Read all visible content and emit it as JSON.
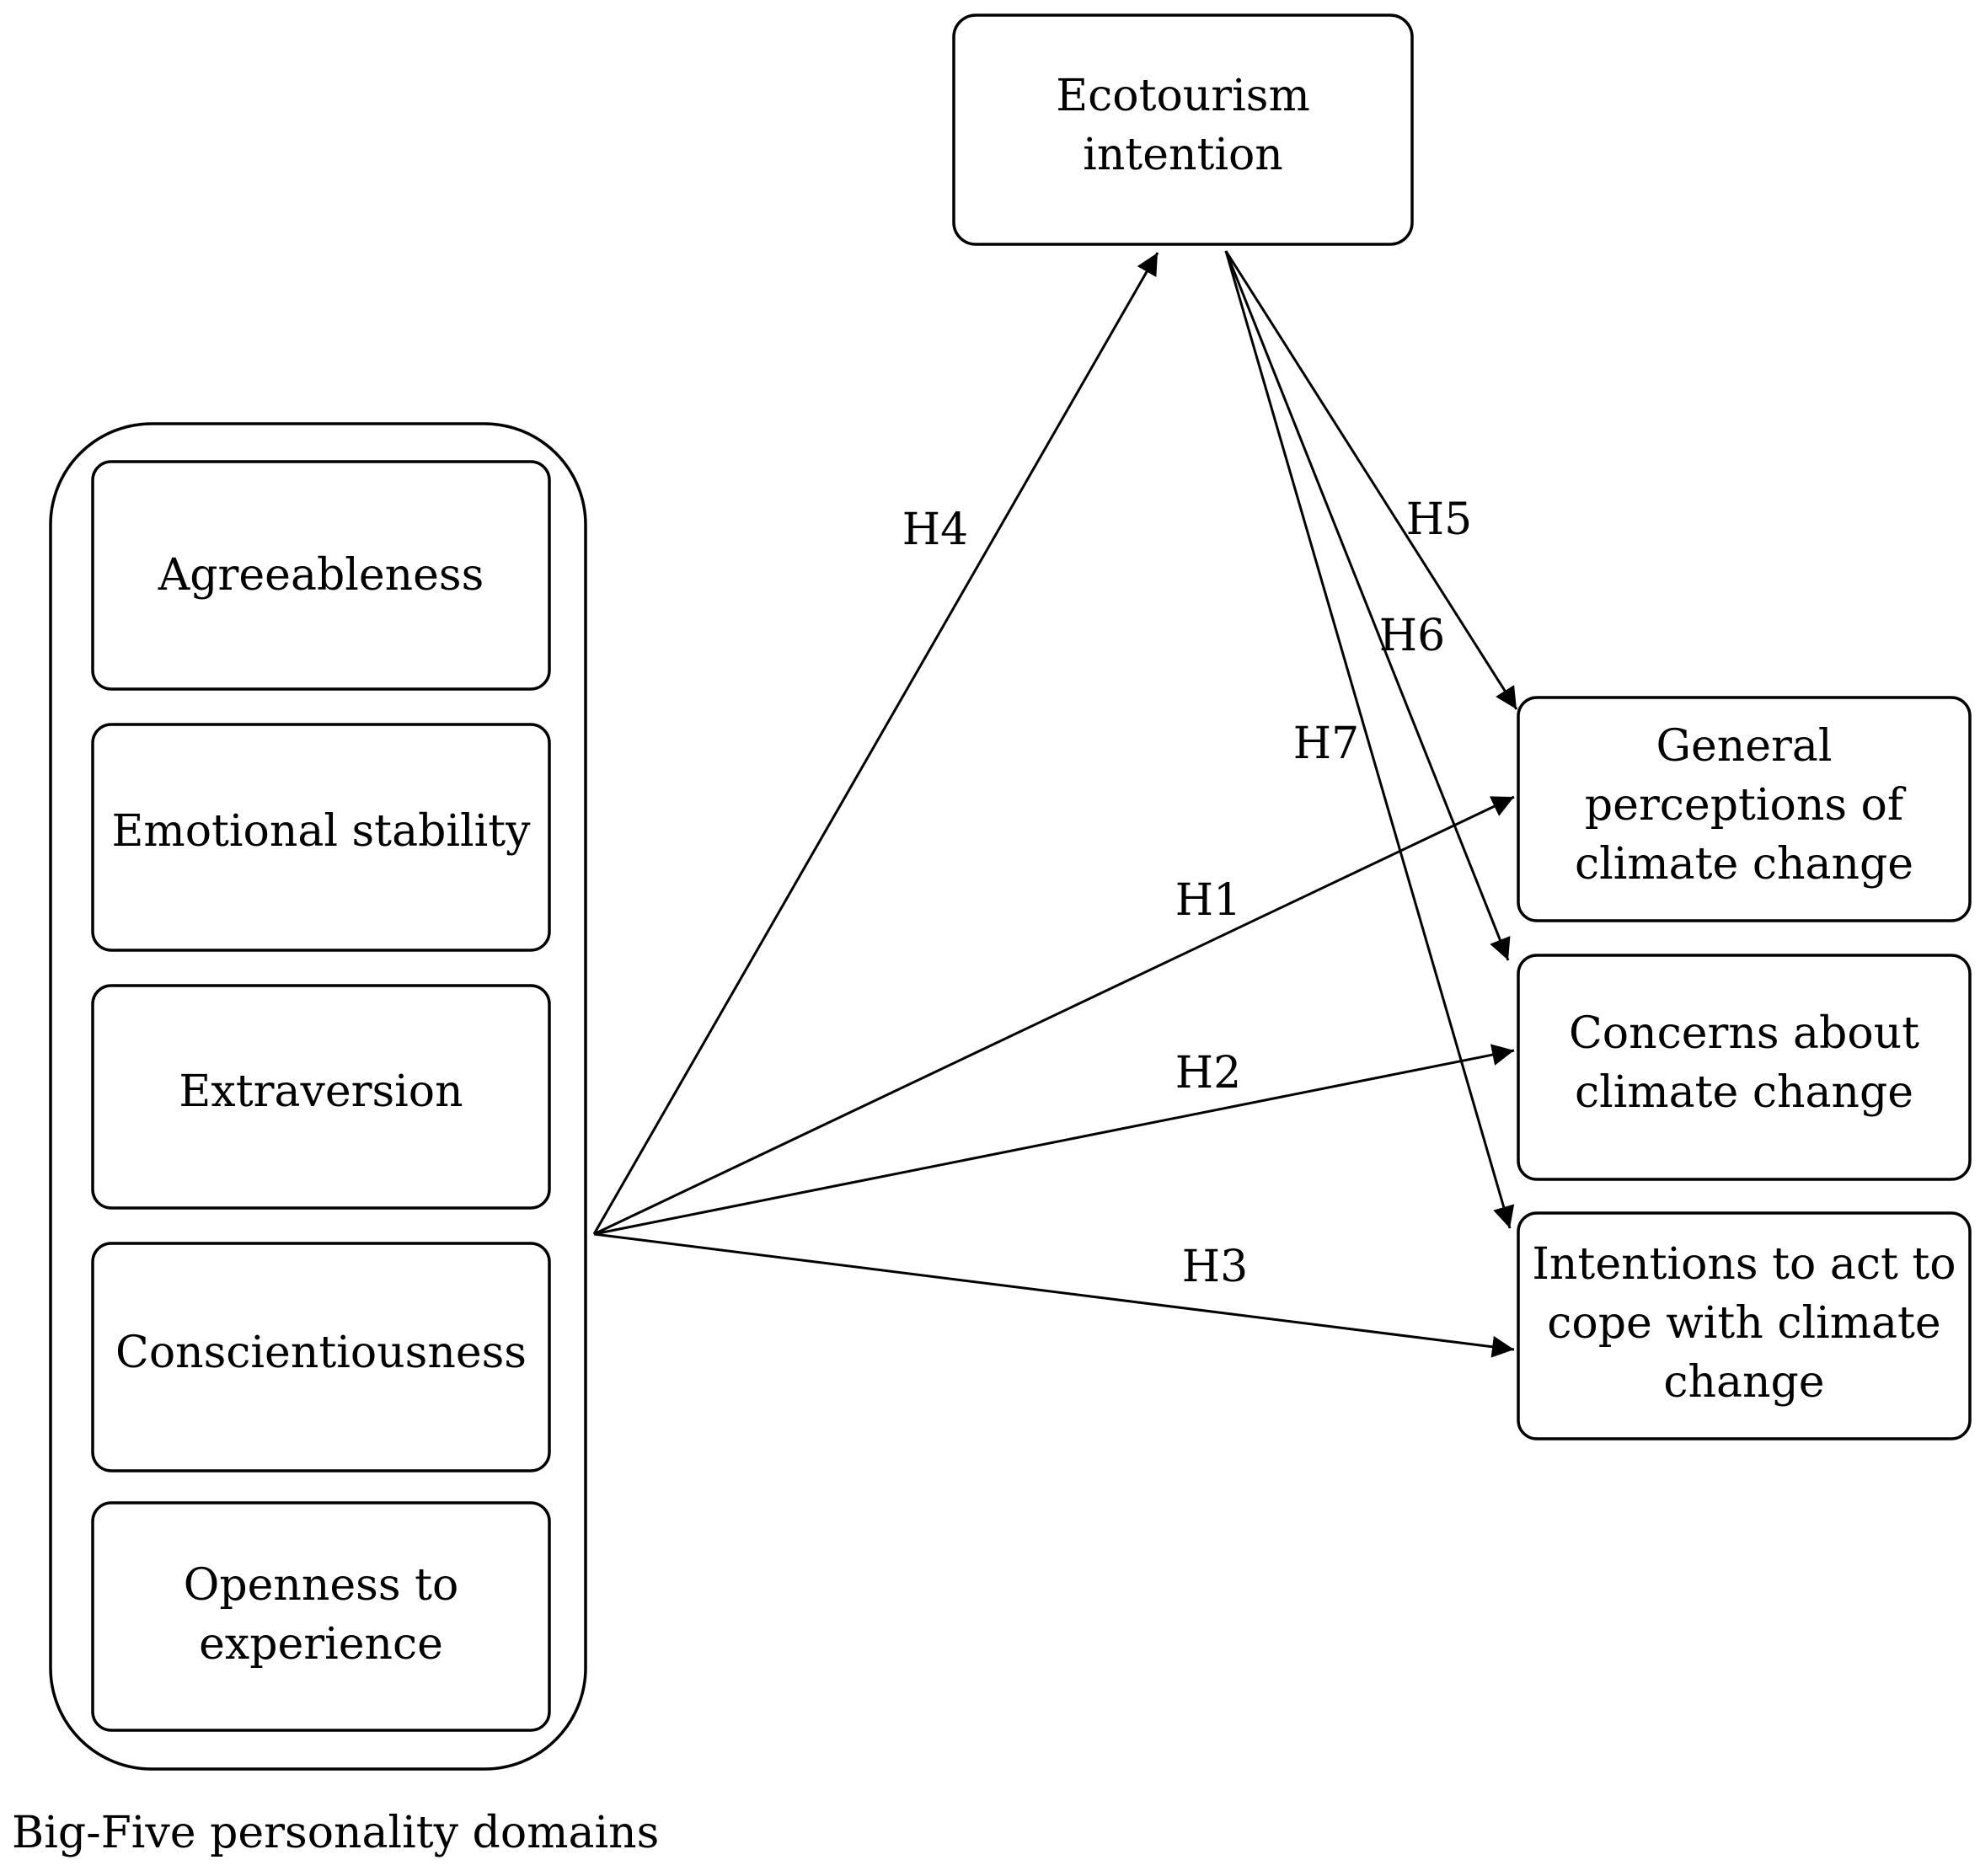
{
  "diagram": {
    "group_caption": "Big-Five personality domains",
    "personality_domains": [
      {
        "id": "agreeableness",
        "lines": [
          "Agreeableness"
        ]
      },
      {
        "id": "emotional-stability",
        "lines": [
          "Emotional stability"
        ]
      },
      {
        "id": "extraversion",
        "lines": [
          "Extraversion"
        ]
      },
      {
        "id": "conscientiousness",
        "lines": [
          "Conscientiousness"
        ]
      },
      {
        "id": "openness",
        "lines": [
          "Openness to",
          "experience"
        ]
      }
    ],
    "ecotourism": {
      "id": "ecotourism-intention",
      "lines": [
        "Ecotourism",
        "intention"
      ]
    },
    "outcomes": [
      {
        "id": "general-perceptions",
        "lines": [
          "General",
          "perceptions of",
          "climate change"
        ]
      },
      {
        "id": "concerns",
        "lines": [
          "Concerns about",
          "climate change"
        ]
      },
      {
        "id": "intentions-to-act",
        "lines": [
          "Intentions to act to",
          "cope with climate",
          "change"
        ]
      }
    ],
    "hypotheses": [
      {
        "label": "H1",
        "from": "big-five",
        "to": "general-perceptions"
      },
      {
        "label": "H2",
        "from": "big-five",
        "to": "concerns"
      },
      {
        "label": "H3",
        "from": "big-five",
        "to": "intentions-to-act"
      },
      {
        "label": "H4",
        "from": "big-five",
        "to": "ecotourism-intention"
      },
      {
        "label": "H5",
        "from": "ecotourism-intention",
        "to": "general-perceptions"
      },
      {
        "label": "H6",
        "from": "ecotourism-intention",
        "to": "concerns"
      },
      {
        "label": "H7",
        "from": "ecotourism-intention",
        "to": "intentions-to-act"
      }
    ]
  }
}
